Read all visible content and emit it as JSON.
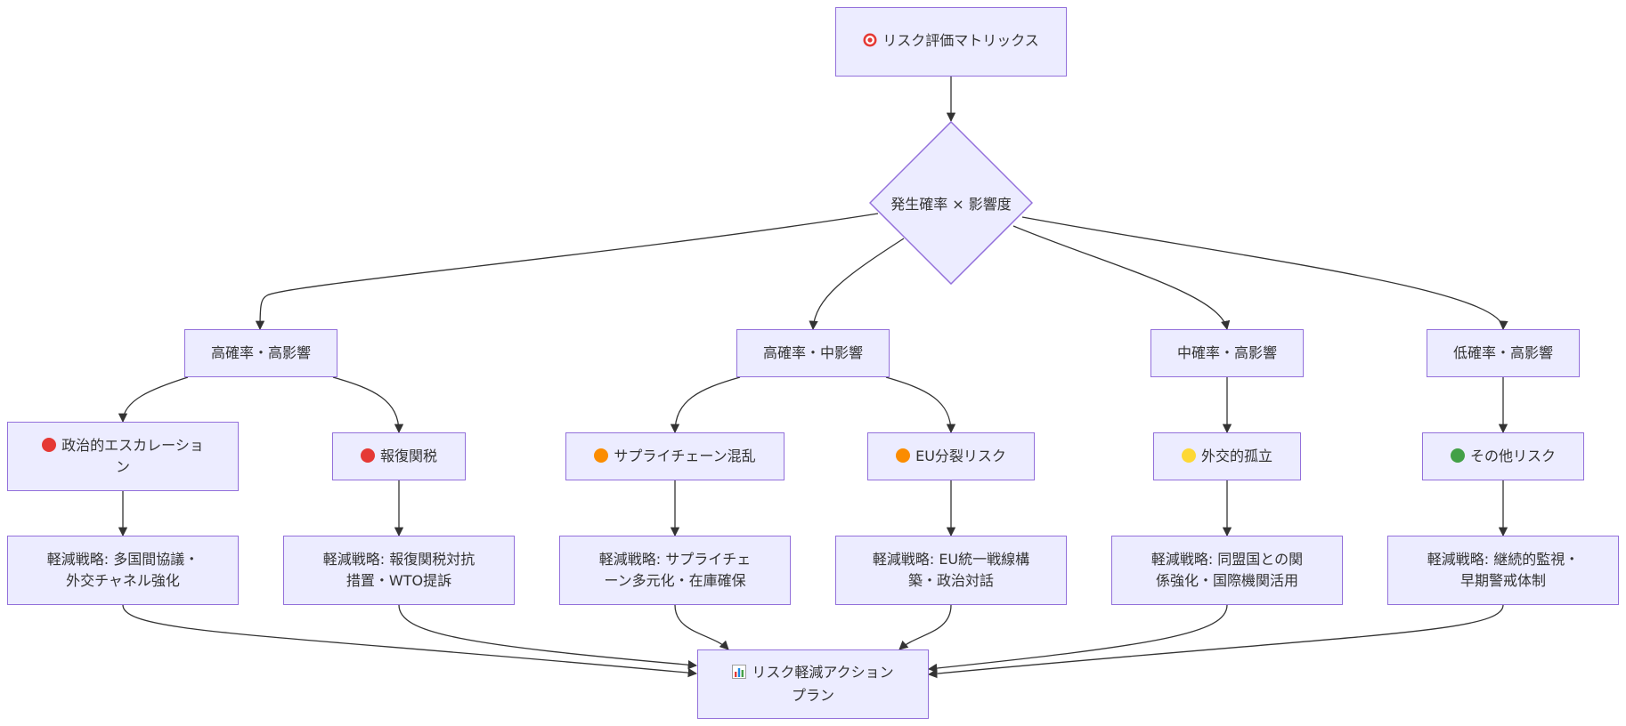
{
  "colors": {
    "node_fill": "#ececff",
    "node_border": "#9370db",
    "edge": "#333333",
    "red": "#e53935",
    "orange": "#fb8c00",
    "yellow": "#fdd835",
    "green": "#43a047"
  },
  "nodes": {
    "start": {
      "label": "🎯 リスク評価マトリックス",
      "icon": "target-icon",
      "text": "リスク評価マトリックス"
    },
    "decision": {
      "label": "発生確率 × 影響度"
    },
    "cat_hh": {
      "label": "高確率・高影響"
    },
    "cat_hm": {
      "label": "高確率・中影響"
    },
    "cat_mh": {
      "label": "中確率・高影響"
    },
    "cat_lh": {
      "label": "低確率・高影響"
    },
    "risk_political": {
      "icon": "red-circle-icon",
      "text": "政治的エスカレーション"
    },
    "risk_retaliation": {
      "icon": "red-circle-icon",
      "text": "報復関税"
    },
    "risk_supply": {
      "icon": "orange-circle-icon",
      "text": "サプライチェーン混乱"
    },
    "risk_eu": {
      "icon": "orange-circle-icon",
      "text": "EU分裂リスク"
    },
    "risk_diplomatic": {
      "icon": "yellow-circle-icon",
      "text": "外交的孤立"
    },
    "risk_other": {
      "icon": "green-circle-icon",
      "text": "その他リスク"
    },
    "mit_political": {
      "label": "軽減戦略: 多国間協議・外交チャネル強化"
    },
    "mit_retaliation": {
      "label": "軽減戦略: 報復関税対抗措置・WTO提訴"
    },
    "mit_supply": {
      "label": "軽減戦略: サプライチェーン多元化・在庫確保"
    },
    "mit_eu": {
      "label": "軽減戦略: EU統一戦線構築・政治対話"
    },
    "mit_diplomatic": {
      "label": "軽減戦略: 同盟国との関係強化・国際機関活用"
    },
    "mit_other": {
      "label": "軽減戦略: 継続的監視・早期警戒体制"
    },
    "end": {
      "icon": "bar-chart-icon",
      "text": "リスク軽減アクションプラン"
    }
  }
}
